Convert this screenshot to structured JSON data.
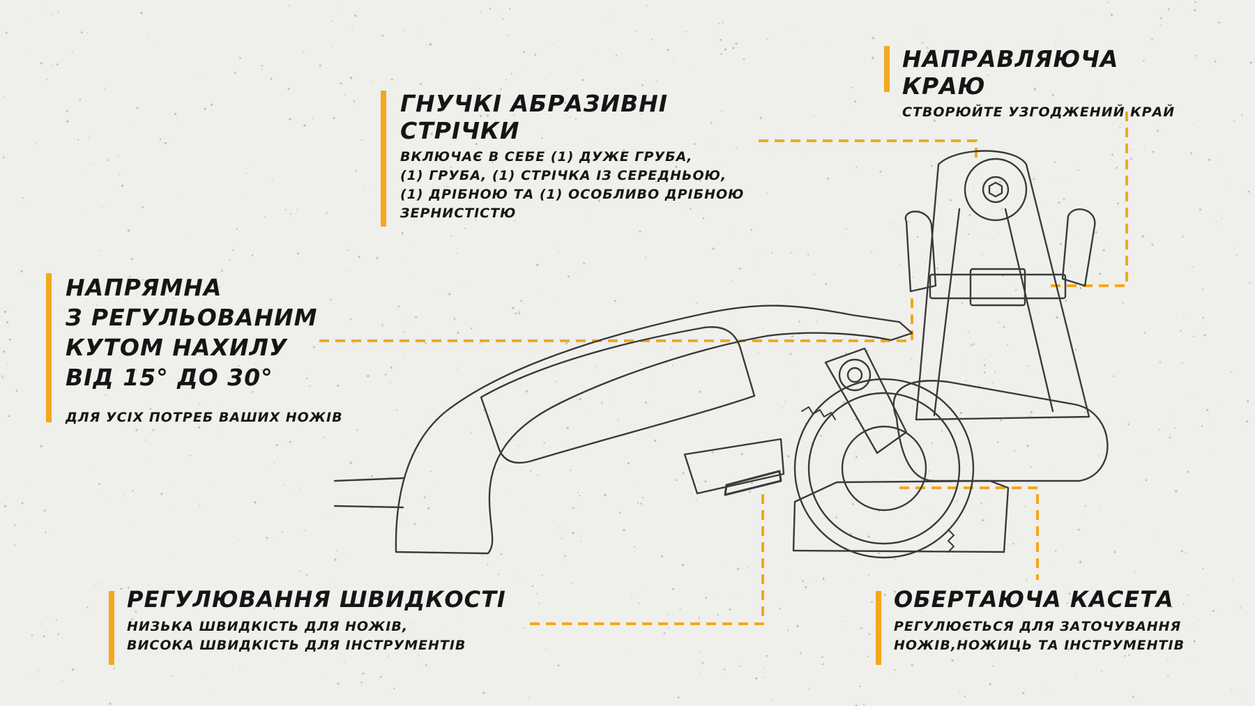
{
  "callouts": {
    "edge_guide": {
      "title": "НАПРАВЛЯЮЧА КРАЮ",
      "desc": "СТВОРЮЙТЕ УЗГОДЖЕНИЙ КРАЙ"
    },
    "abrasive_belts": {
      "title_lines": [
        "ГНУЧКІ АБРАЗИВНІ",
        "СТРІЧКИ"
      ],
      "desc_lines": [
        "ВКЛЮЧАЄ В СЕБЕ (1) ДУЖЕ ГРУБА,",
        "(1) ГРУБА, (1) СТРІЧКА ІЗ СЕРЕДНЬОЮ,",
        "(1) ДРІБНОЮ ТА (1) ОСОБЛИВО ДРІБНОЮ",
        "ЗЕРНИСТІСТЮ"
      ]
    },
    "angle_guide": {
      "title_lines": [
        "НАПРЯМНА",
        "З РЕГУЛЬОВАНИМ",
        "КУТОМ НАХИЛУ",
        "ВІД 15° ДО 30°"
      ],
      "desc": "ДЛЯ УСІХ ПОТРЕБ ВАШИХ НОЖІВ"
    },
    "speed_control": {
      "title": "РЕГУЛЮВАННЯ ШВИДКОСТІ",
      "desc_lines": [
        "НИЗЬКА ШВИДКІСТЬ ДЛЯ НОЖІВ,",
        "ВИСОКА ШВИДКІСТЬ ДЛЯ ІНСТРУМЕНТІВ"
      ]
    },
    "rotating_cassette": {
      "title": "ОБЕРТАЮЧА КАСЕТА",
      "desc_lines": [
        "РЕГУЛЮЄТЬСЯ ДЛЯ ЗАТОЧУВАННЯ",
        "НОЖІВ,НОЖИЦЬ ТА ІНСТРУМЕНТІВ"
      ]
    }
  },
  "colors": {
    "accent": "#f3a81e",
    "background": "#efefec",
    "text": "#151515",
    "outline": "#3a3a3a"
  }
}
